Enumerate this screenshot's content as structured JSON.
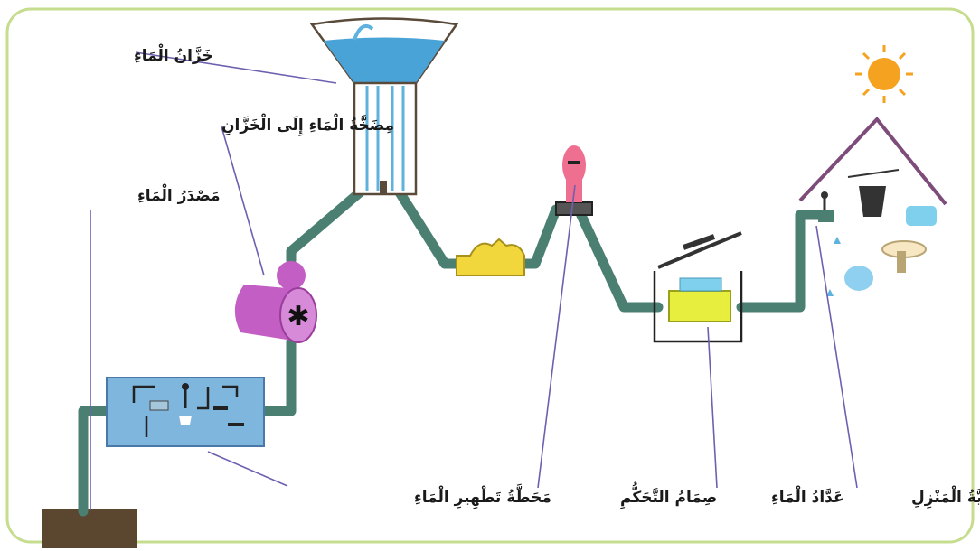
{
  "labels": {
    "tank": "خَزَّانُ الْمَاءِ",
    "pump": "مِضَخَّةُ الْمَاءِ إِلَى الْخَزَّانِ",
    "source": "مَصْدَرُ الْمَاءِ",
    "treatment": "مَحَطَّةُ تَطْهِيرِ الْمَاءِ",
    "valve": "صِمَامُ التَّحَكُّمِ",
    "meter": "عَدَّادُ الْمَاءِ",
    "faucet": "حَنَفِيَّةُ الْمَنْزِلِ"
  },
  "colors": {
    "border": "#c6dc8e",
    "pipe": "#4b7f72",
    "water": "#5fb2de",
    "tank_water": "#4aa3d6",
    "pump": "#c25ec4",
    "treatment": "#7fb6dd",
    "valve": "#ee6f8f",
    "connector": "#f2d73c",
    "meter": "#e7ee3d",
    "house": "#7d4c7b",
    "sun": "#f4a21f",
    "ground": "#5b4630",
    "leader": "#6f5fb0"
  },
  "icons": [
    "water-tank-icon",
    "pump-icon",
    "treatment-station-icon",
    "control-valve-icon",
    "connector-icon",
    "water-meter-icon",
    "house-icon",
    "sun-icon",
    "faucet-icon"
  ]
}
